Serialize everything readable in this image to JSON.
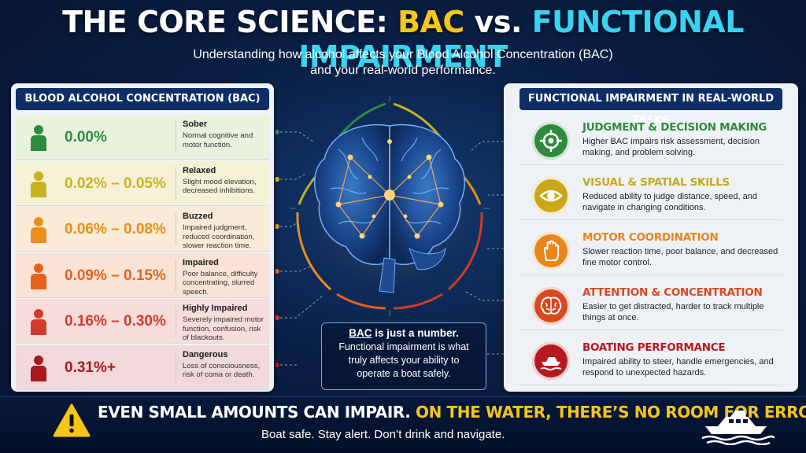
{
  "header": {
    "title_part1": "THE CORE SCIENCE: ",
    "title_part2": "BAC",
    "title_part3": " vs. ",
    "title_part4": "FUNCTIONAL IMPAIRMENT",
    "subtitle_line1": "Understanding how alcohol affects your Blood Alcohol Concentration (BAC)",
    "subtitle_line2": "and your real-world performance."
  },
  "bac_panel": {
    "heading": "BLOOD ALCOHOL CONCENTRATION (BAC)",
    "rows": [
      {
        "range": "0.00%",
        "level": "Sober",
        "desc": "Normal cognitive and motor function.",
        "color": "#2e8b3e",
        "bg": "#e8f2dc"
      },
      {
        "range": "0.02% – 0.05%",
        "level": "Relaxed",
        "desc": "Slight mood elevation, decreased inhibitions.",
        "color": "#c8b21e",
        "bg": "#f4f1d6"
      },
      {
        "range": "0.06% – 0.08%",
        "level": "Buzzed",
        "desc": "Impaired judgment, reduced coordination, slower reaction time.",
        "color": "#e8901a",
        "bg": "#f9ebd7"
      },
      {
        "range": "0.09% – 0.15%",
        "level": "Impaired",
        "desc": "Poor balance, difficulty concentrating, slurred speech.",
        "color": "#e8621a",
        "bg": "#f9e3d6"
      },
      {
        "range": "0.16% – 0.30%",
        "level": "Highly Impaired",
        "desc": "Severely impaired motor function, confusion, risk of blackouts.",
        "color": "#d23a2a",
        "bg": "#f6dcda"
      },
      {
        "range": "0.31%+",
        "level": "Dangerous",
        "desc": "Loss of consciousness, risk of coma or death.",
        "color": "#a8191e",
        "bg": "#f1d8da"
      }
    ]
  },
  "impair_panel": {
    "heading": "FUNCTIONAL IMPAIRMENT IN REAL-WORLD TASKS",
    "rows": [
      {
        "title": "JUDGMENT & DECISION MAKING",
        "desc": "Higher BAC impairs risk assessment, decision making, and problem solving.",
        "color": "#2e8b3e",
        "icon": "target-icon"
      },
      {
        "title": "VISUAL & SPATIAL SKILLS",
        "desc": "Reduced ability to judge distance, speed, and navigate in changing conditions.",
        "color": "#c8a81a",
        "icon": "eye-icon"
      },
      {
        "title": "MOTOR COORDINATION",
        "desc": "Slower reaction time, poor balance, and decreased fine motor control.",
        "color": "#e8861a",
        "icon": "hand-icon"
      },
      {
        "title": "ATTENTION & CONCENTRATION",
        "desc": "Easier to get distracted, harder to track multiple things at once.",
        "color": "#d9481f",
        "icon": "brain-icon"
      },
      {
        "title": "BOATING PERFORMANCE",
        "desc": "Impaired ability to steer, handle emergencies, and respond to unexpected hazards.",
        "color": "#b8191e",
        "icon": "boat-icon"
      }
    ]
  },
  "center_note": {
    "line1_underlined": "BAC",
    "line1_rest": " is just a number.",
    "line2": "Functional impairment is what",
    "line3": "truly affects your ability to",
    "line4": "operate a boat safely."
  },
  "footer": {
    "main_part1": "EVEN SMALL AMOUNTS CAN IMPAIR.",
    "main_part2": "ON THE WATER, THERE’S NO ROOM FOR ERROR.",
    "sub": "Boat safe. Stay alert. Don’t drink and navigate."
  }
}
